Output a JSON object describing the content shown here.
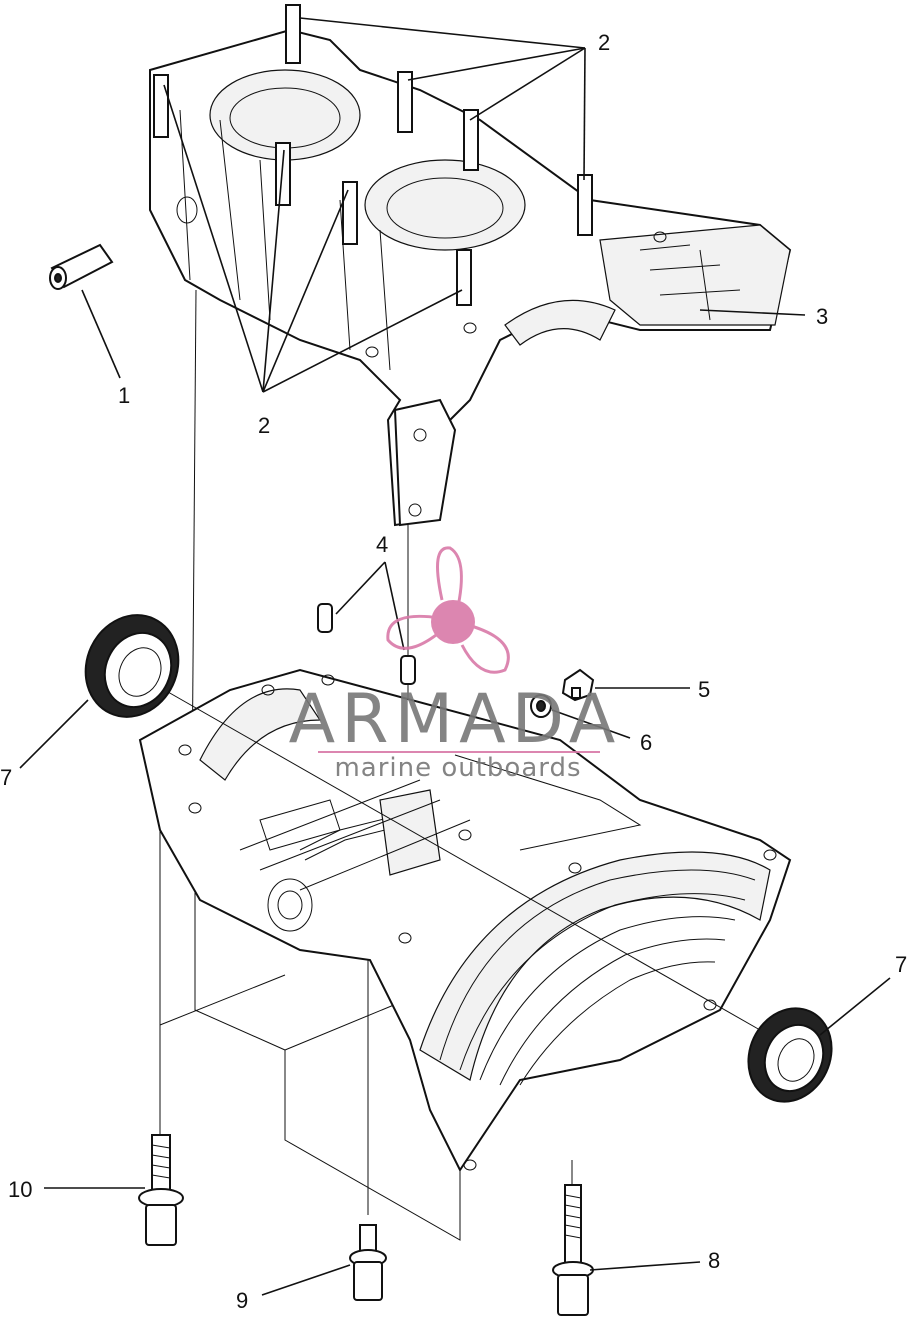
{
  "callouts": [
    {
      "id": "1",
      "label": "1"
    },
    {
      "id": "2a",
      "label": "2"
    },
    {
      "id": "2b",
      "label": "2"
    },
    {
      "id": "3",
      "label": "3"
    },
    {
      "id": "4",
      "label": "4"
    },
    {
      "id": "5",
      "label": "5"
    },
    {
      "id": "6",
      "label": "6"
    },
    {
      "id": "7a",
      "label": "7"
    },
    {
      "id": "7b",
      "label": "7"
    },
    {
      "id": "8",
      "label": "8"
    },
    {
      "id": "9",
      "label": "9"
    },
    {
      "id": "10",
      "label": "10"
    }
  ],
  "watermark": {
    "brand": "ARMADA",
    "tagline": "marine outboards",
    "icon": "propeller-logo-icon",
    "color": "#d97aa8"
  }
}
